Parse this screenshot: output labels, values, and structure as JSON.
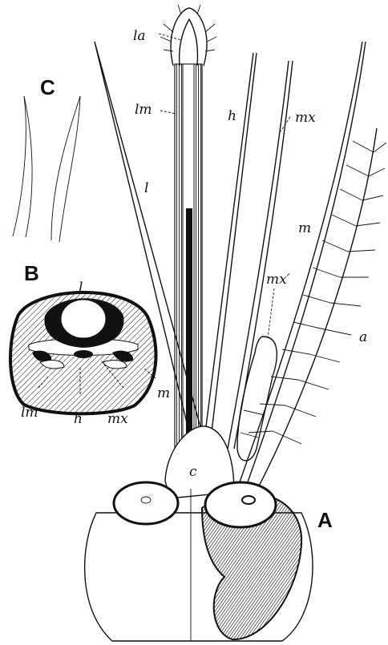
{
  "panels": {
    "A": "A",
    "B": "B",
    "C": "C"
  },
  "labels": {
    "la": "la",
    "lm": "lm",
    "h": "h",
    "mx": "mx",
    "l": "l",
    "m": "m",
    "mx_prime": "mx′",
    "a": "a",
    "c": "c"
  },
  "cross_section_labels": {
    "l": "l",
    "m": "m",
    "lm": "lm",
    "h": "h",
    "mx": "mx"
  }
}
